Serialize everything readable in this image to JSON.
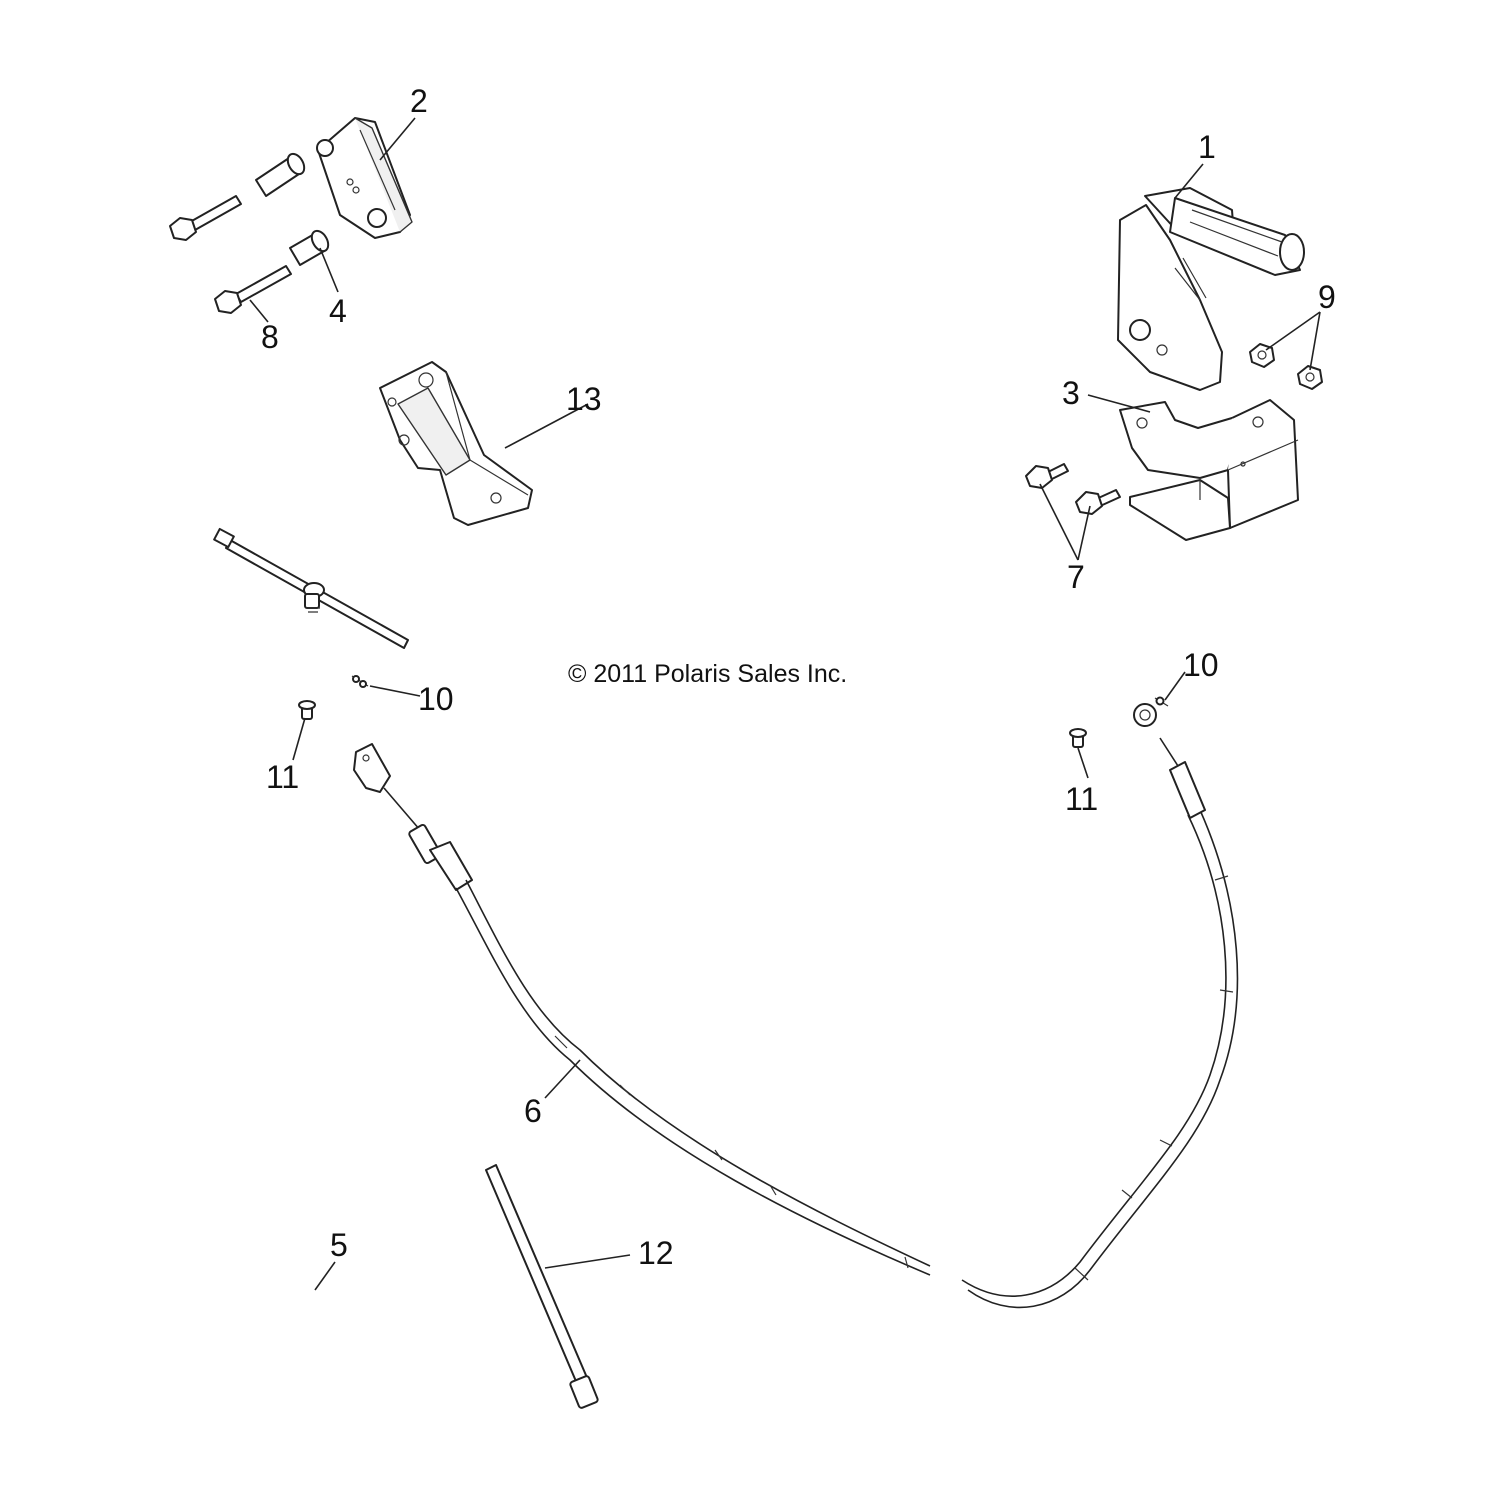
{
  "copyright": "© 2011 Polaris Sales Inc.",
  "callouts": {
    "c1": "1",
    "c2": "2",
    "c3": "3",
    "c4": "4",
    "c5": "5",
    "c6": "6",
    "c7": "7",
    "c8": "8",
    "c9": "9",
    "c10a": "10",
    "c10b": "10",
    "c11a": "11",
    "c11b": "11",
    "c12": "12",
    "c13": "13"
  }
}
